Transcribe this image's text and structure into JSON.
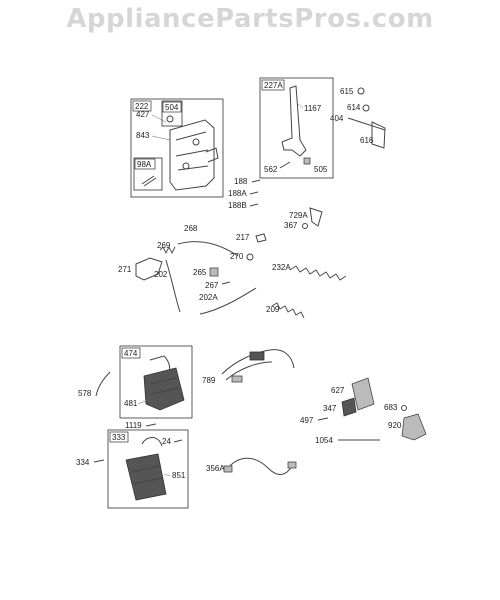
{
  "watermark": "AppliancePartsPros.com",
  "boxes": {
    "b222": "222",
    "b504": "504",
    "b98A": "98A",
    "b227A": "227A",
    "b474": "474",
    "b333": "333"
  },
  "labels": {
    "l427": "427",
    "l843": "843",
    "l1167": "1167",
    "l562": "562",
    "l505": "505",
    "l615": "615",
    "l614": "614",
    "l404": "404",
    "l616": "616",
    "l188": "188",
    "l188A": "188A",
    "l188B": "188B",
    "l729A": "729A",
    "l367": "367",
    "l268": "268",
    "l217": "217",
    "l269": "269",
    "l270": "270",
    "l232A": "232A",
    "l271": "271",
    "l202": "202",
    "l265": "265",
    "l267": "267",
    "l202A": "202A",
    "l209": "209",
    "l578": "578",
    "l481": "481",
    "l789": "789",
    "l627": "627",
    "l347": "347",
    "l497": "497",
    "l683": "683",
    "l920": "920",
    "l1054": "1054",
    "l1119": "1119",
    "l24": "24",
    "l334": "334",
    "l851": "851",
    "l356A": "356A"
  }
}
